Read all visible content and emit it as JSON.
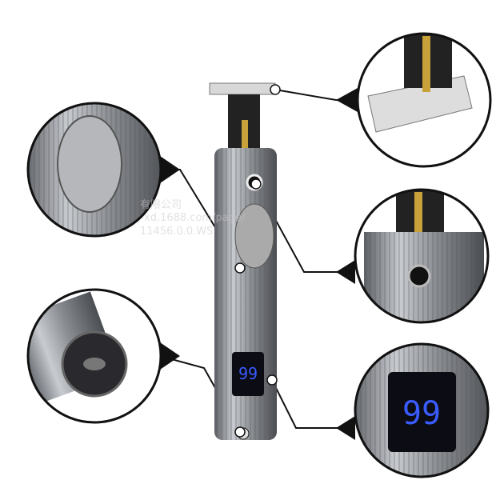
{
  "product": "hair-trimmer",
  "display_reading": "99",
  "watermark": {
    "line1": "有限公司",
    "line2": "xd.1688.com/page/",
    "line3": "11456.0.0.WS"
  },
  "colors": {
    "display": "#3a5bff",
    "body": "#8a8d92",
    "outline": "#111111",
    "gold": "#c9a13a"
  },
  "callouts": [
    {
      "name": "blade-detail"
    },
    {
      "name": "embossed-portrait-detail"
    },
    {
      "name": "power-button-detail"
    },
    {
      "name": "charging-port-detail"
    },
    {
      "name": "led-display-detail"
    }
  ]
}
